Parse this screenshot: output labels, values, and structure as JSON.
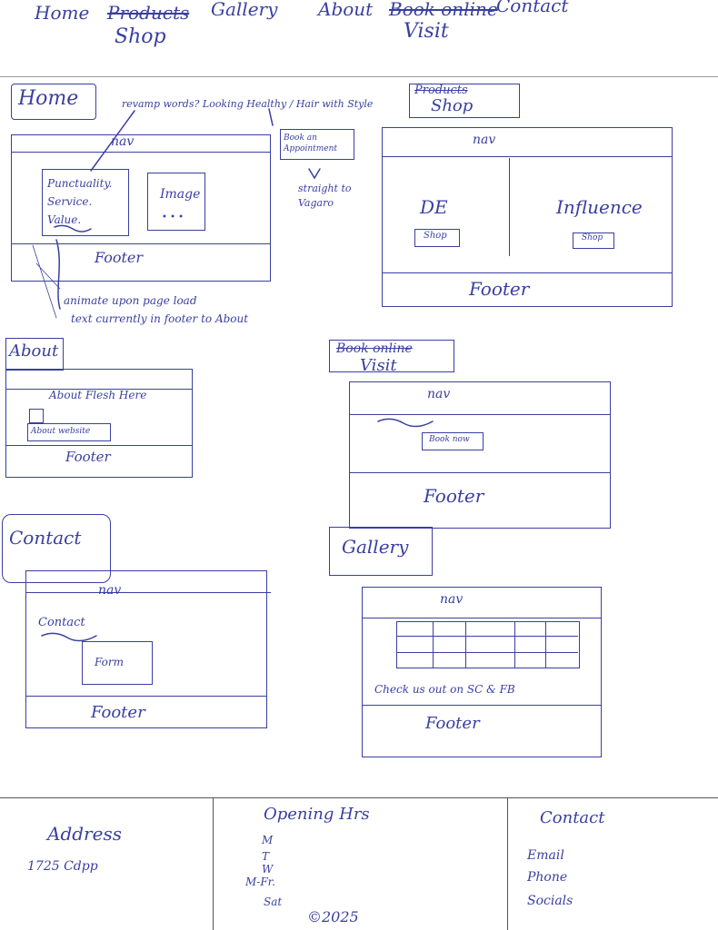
{
  "nav": {
    "items": [
      {
        "label": "Home",
        "struck": false
      },
      {
        "label": "Products",
        "struck": true
      },
      {
        "label": "Gallery",
        "struck": false
      },
      {
        "label": "About",
        "struck": false
      },
      {
        "label": "Book online",
        "struck": true
      },
      {
        "label": "Contact",
        "struck": false
      }
    ],
    "replacements": [
      {
        "label": "Shop"
      },
      {
        "label": "Visit"
      }
    ]
  },
  "pages": {
    "home": {
      "title": "Home",
      "note_top": "revamp words? Looking Healthy / Hair with Style",
      "nav_label": "nav",
      "text_block": "Punctuality. Service. Value.",
      "image_label": "Image",
      "image_dots": "• • •",
      "book_button": "Book an Appointment",
      "book_note": "straight to Vagaro",
      "footer": "Footer",
      "note_bottom_1": "animate upon page load",
      "note_bottom_2": "text currently in footer to About"
    },
    "shop": {
      "title_struck": "Products",
      "title": "Shop",
      "nav_label": "nav",
      "left_label": "DE",
      "right_label": "Influence",
      "left_button": "Shop",
      "right_button": "Shop",
      "footer": "Footer"
    },
    "about": {
      "title": "About",
      "nav_label": "About Flesh Here",
      "sub_label": "About website",
      "footer": "Footer"
    },
    "visit": {
      "title_struck": "Book online",
      "title": "Visit",
      "nav_label": "nav",
      "button": "Book now",
      "footer": "Footer"
    },
    "contact": {
      "title": "Contact",
      "nav_label": "nav",
      "heading": "Contact",
      "form": "Form",
      "footer": "Footer"
    },
    "gallery": {
      "title": "Gallery",
      "nav_label": "nav",
      "caption": "Check us out on SC & FB",
      "footer": "Footer"
    }
  },
  "footer": {
    "address_heading": "Address",
    "address_value": "1725 Cdpp",
    "hours_heading": "Opening Hrs",
    "hours_lines": [
      "M",
      "T",
      "W",
      "M-Fr.",
      "Sat"
    ],
    "copyright": "©2025",
    "contact_heading": "Contact",
    "contact_lines": [
      "Email",
      "Phone",
      "Socials"
    ]
  }
}
